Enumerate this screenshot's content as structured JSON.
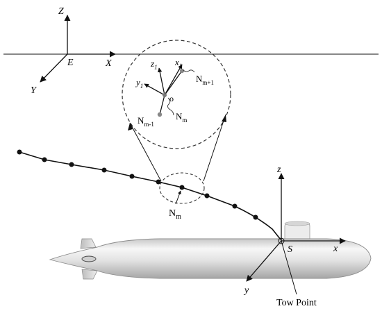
{
  "earth_frame": {
    "origin_label": "E",
    "x_label": "X",
    "y_label": "Y",
    "z_label": "Z"
  },
  "node_frame": {
    "origin_label": "o",
    "x_label": "x",
    "x_sub": "1",
    "y_label": "y",
    "y_sub": "1",
    "z_label": "z",
    "z_sub": "1",
    "prev_node_label": "N",
    "prev_node_sub": "m-1",
    "curr_node_label": "N",
    "curr_node_sub": "m",
    "next_node_label": "N",
    "next_node_sub": "m+1"
  },
  "cable": {
    "node_label": "N",
    "node_sub": "m"
  },
  "body_frame": {
    "origin_label": "S",
    "x_label": "x",
    "y_label": "y",
    "z_label": "z"
  },
  "tow_point_label": "Tow Point",
  "colors": {
    "line": "#111111",
    "hull_light": "#f4f4f4",
    "hull_mid": "#d9d9d9",
    "hull_dark": "#9a9a9a",
    "node_gray": "#8a8a8a"
  }
}
